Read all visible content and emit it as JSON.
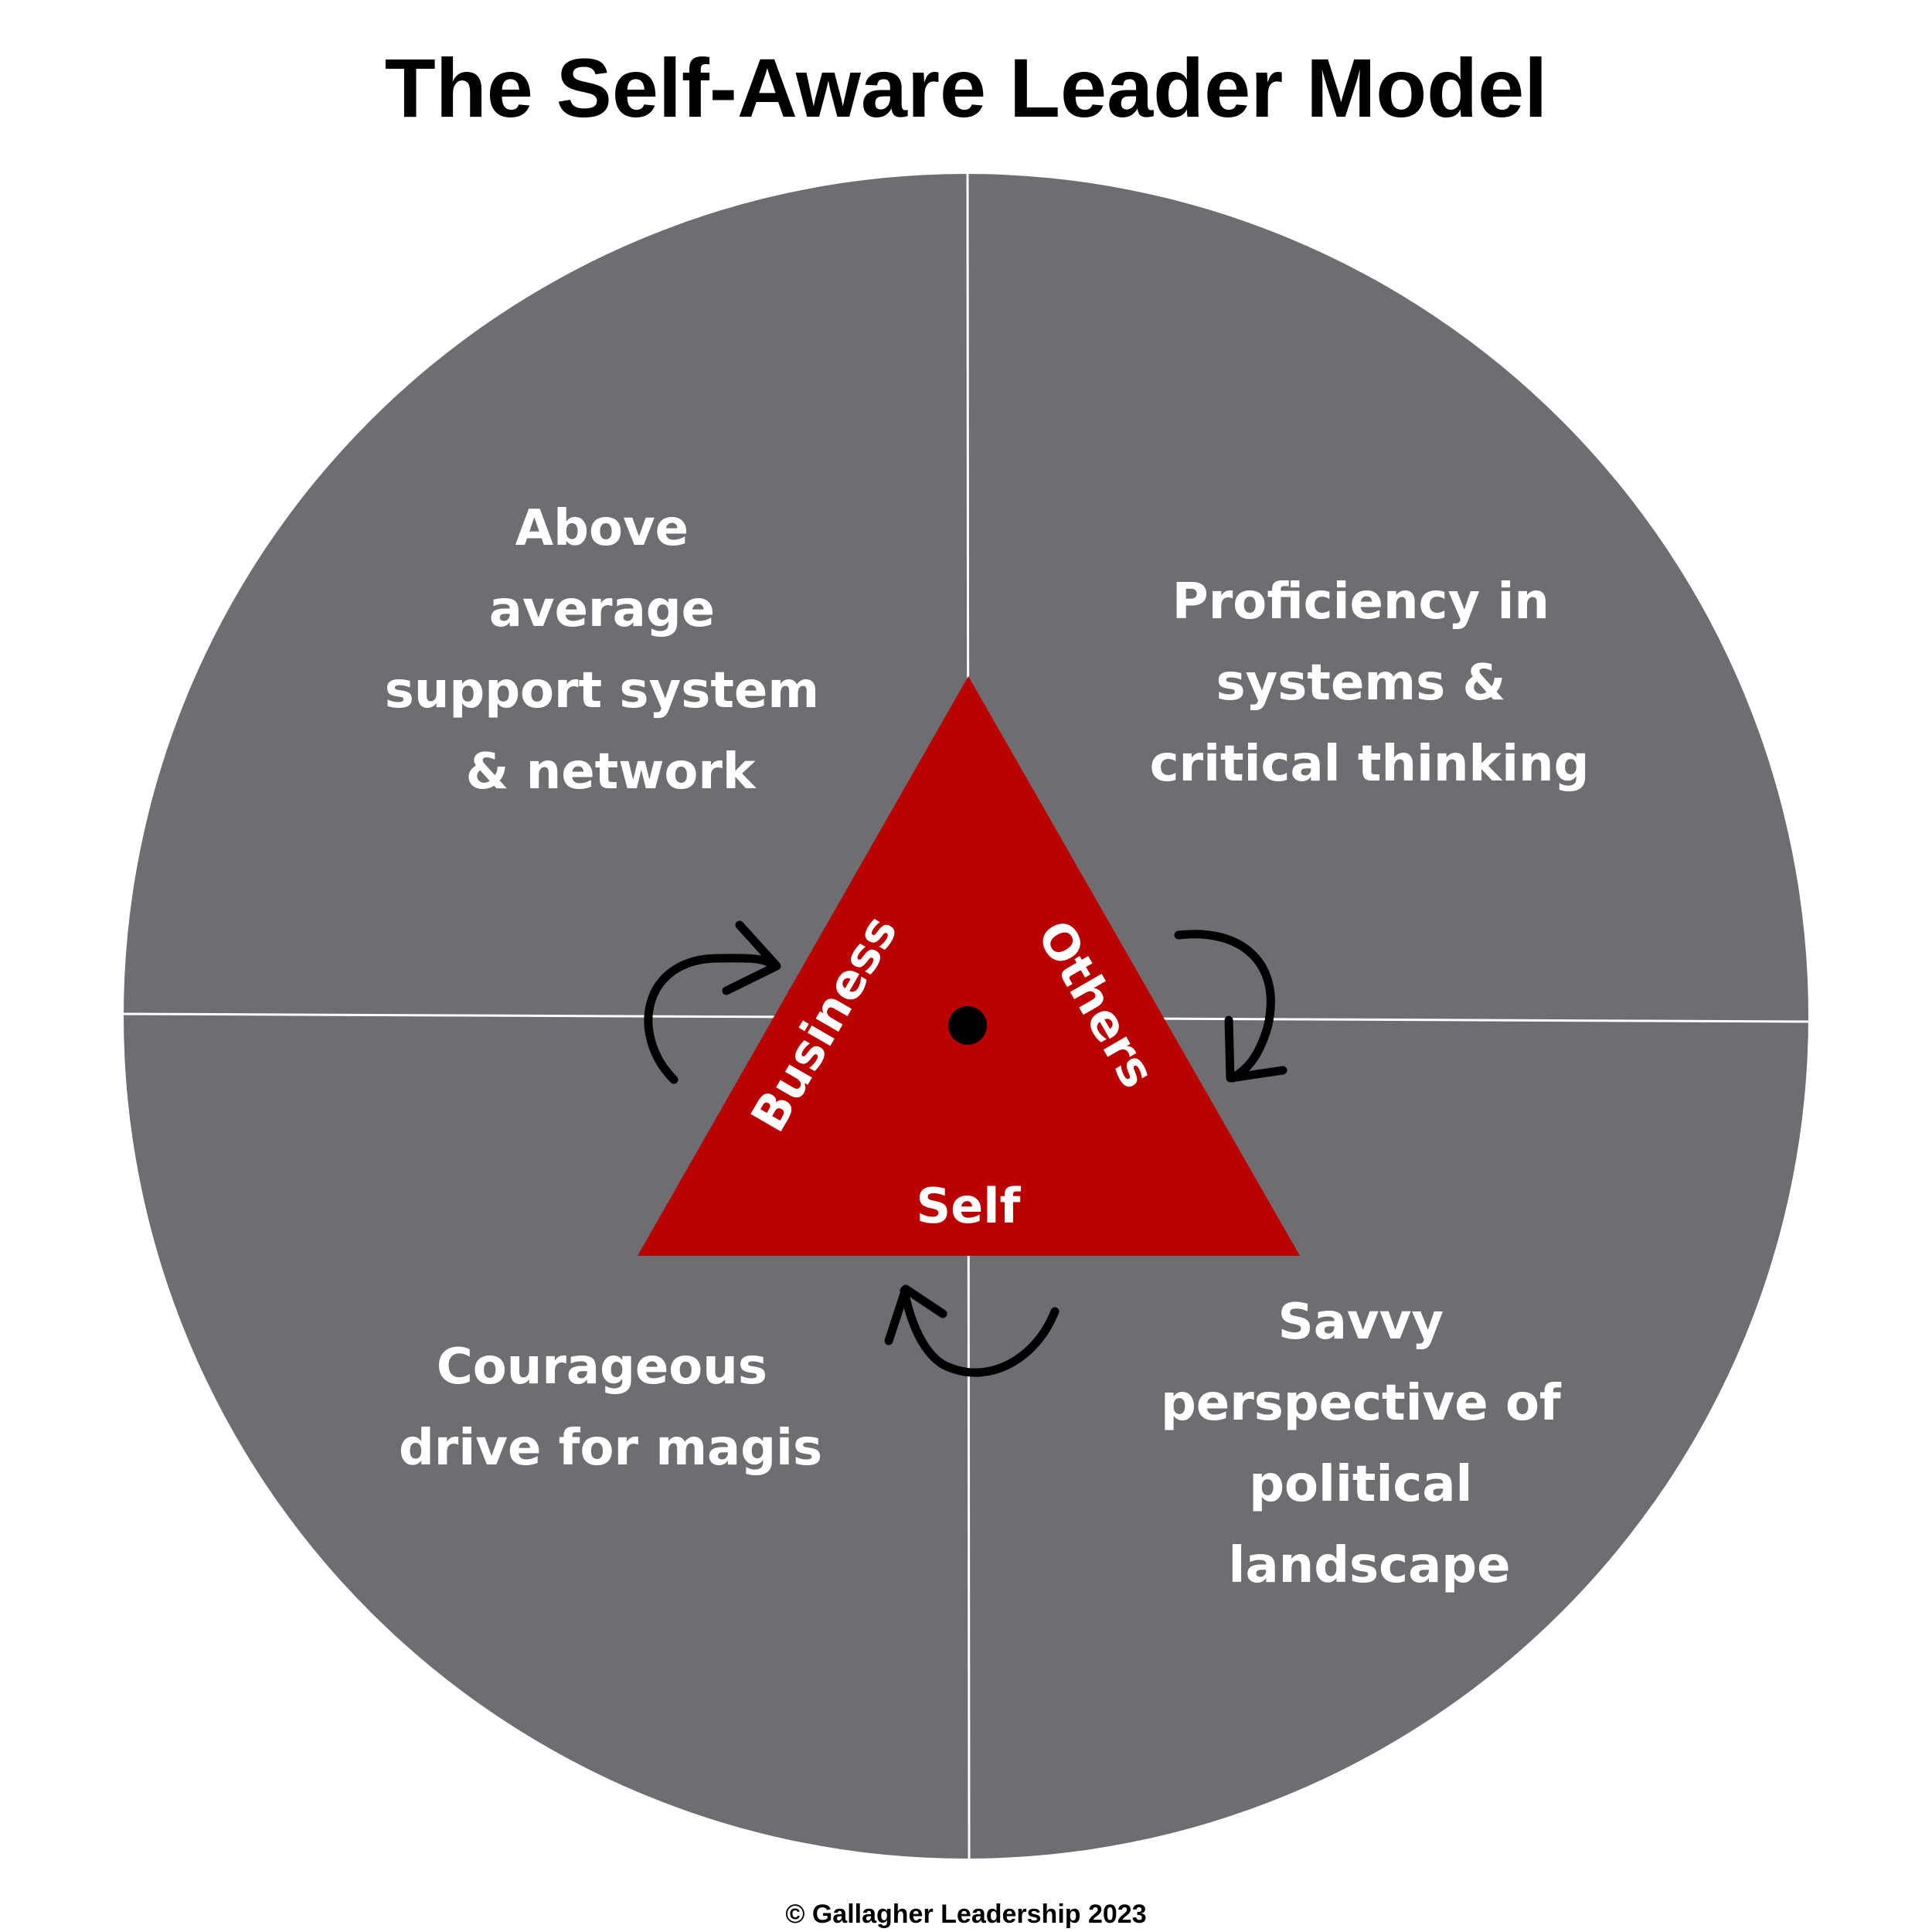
{
  "title": "The Self-Aware Leader Model",
  "colors": {
    "circle_fill": "#6d6e71",
    "triangle_fill": "#bb0000",
    "text": "#ffffff",
    "arrows": "#000000"
  },
  "quadrants": {
    "top_left": [
      "Above",
      "average",
      "support system",
      "& network"
    ],
    "top_right": [
      "Proficiency in",
      "systems &",
      "critical thinking"
    ],
    "bottom_left": [
      "Courageous",
      "drive for magis"
    ],
    "bottom_right": [
      "Savvy",
      "perspective of",
      "political",
      "landscape"
    ]
  },
  "triangle": {
    "left_label": "Business",
    "right_label": "Others",
    "bottom_label": "Self"
  },
  "arrows": [
    "curved-arrow-icon",
    "curved-arrow-icon",
    "curved-arrow-icon"
  ],
  "copyright": "© Gallagher Leadership 2023"
}
